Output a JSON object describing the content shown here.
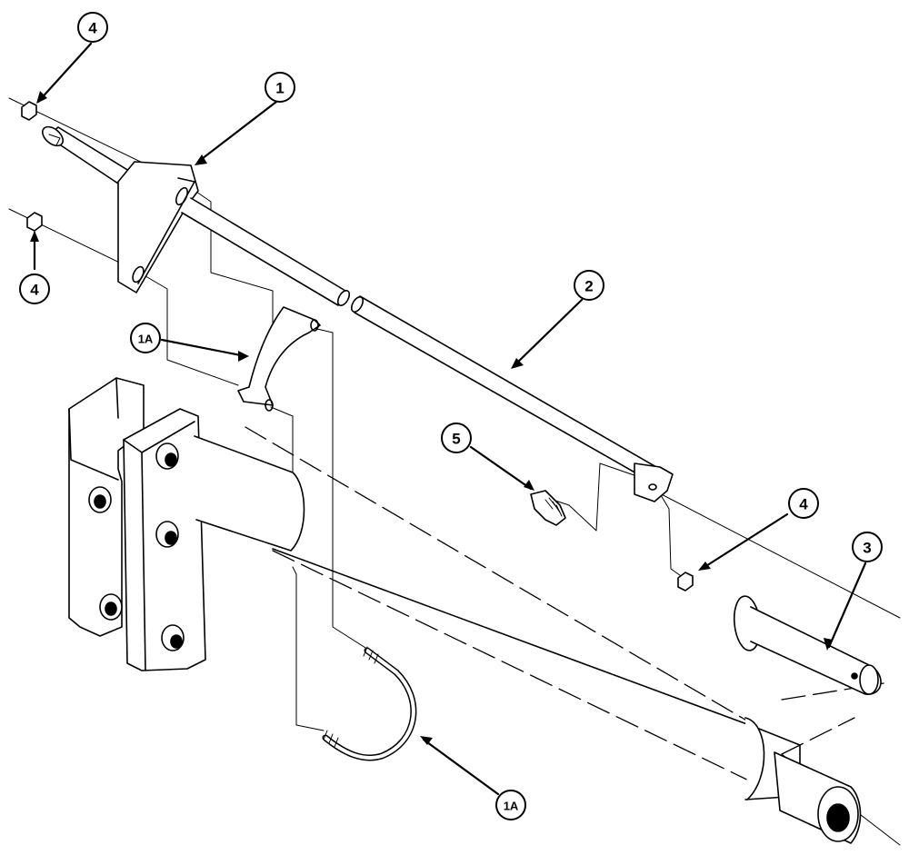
{
  "callouts": [
    {
      "id": "c1",
      "label": "1"
    },
    {
      "id": "c1a_top",
      "label": "1A"
    },
    {
      "id": "c1a_bottom",
      "label": "1A"
    },
    {
      "id": "c2",
      "label": "2"
    },
    {
      "id": "c3",
      "label": "3"
    },
    {
      "id": "c4_topleft",
      "label": "4"
    },
    {
      "id": "c4_left",
      "label": "4"
    },
    {
      "id": "c4_right",
      "label": "4"
    },
    {
      "id": "c5",
      "label": "5"
    }
  ],
  "colors": {
    "ink": "#000000",
    "paper": "#ffffff",
    "shade": "#e6e6e6"
  }
}
